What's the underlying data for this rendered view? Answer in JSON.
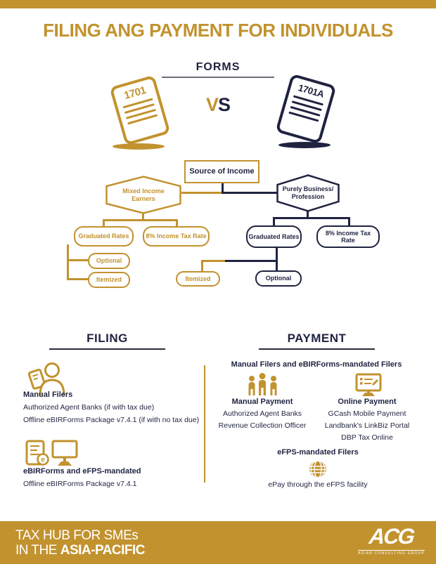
{
  "colors": {
    "gold": "#C2922E",
    "navy": "#1F2340",
    "white": "#FFFFFF"
  },
  "header": {
    "title": "FILING ANG PAYMENT FOR INDIVIDUALS"
  },
  "forms": {
    "heading": "FORMS",
    "doc_left_label": "1701",
    "doc_right_label": "1701A",
    "vs_v": "V",
    "vs_s": "S"
  },
  "flowchart": {
    "source": "Source of Income",
    "mixed_income": "Mixed Income Earners",
    "purely_business": "Purely Business/ Profession",
    "left": {
      "graduated": "Graduated Rates",
      "eight_percent": "8% Income Tax Rate",
      "optional": "Optional",
      "itemized": "Itemized"
    },
    "right": {
      "graduated": "Graduated Rates",
      "eight_percent": "8% Income Tax Rate",
      "optional": "Optional",
      "itemized": "Itemized"
    }
  },
  "filing": {
    "heading": "FILING",
    "manual": {
      "title": "Manual Filers",
      "lines": [
        "Authorized Agent Banks (if with tax due)",
        "Offline eBIRForms Package v7.4.1 (if with no tax due)"
      ]
    },
    "mandated": {
      "title": "eBIRForms and eFPS-mandated",
      "lines": [
        "Offline eBIRForms Package v7.4.1"
      ]
    }
  },
  "payment": {
    "heading": "PAYMENT",
    "subheading": "Manual Filers and eBIRForms-mandated Filers",
    "manual": {
      "title": "Manual Payment",
      "lines": [
        "Authorized Agent Banks",
        "Revenue Collection Officer"
      ]
    },
    "online": {
      "title": "Online Payment",
      "lines": [
        "GCash Mobile Payment",
        "Landbank's LinkBiz Portal",
        "DBP Tax Online"
      ]
    },
    "efps": {
      "title": "eFPS-mandated Filers",
      "line": "ePay through the eFPS facility"
    }
  },
  "footer": {
    "tagline_line1": "TAX HUB FOR SMEs",
    "tagline_line2_prefix": "IN THE ",
    "tagline_line2_bold": "ASIA-PACIFIC",
    "logo": "ACG",
    "logo_sub": "ASIAN CONSULTING GROUP"
  }
}
